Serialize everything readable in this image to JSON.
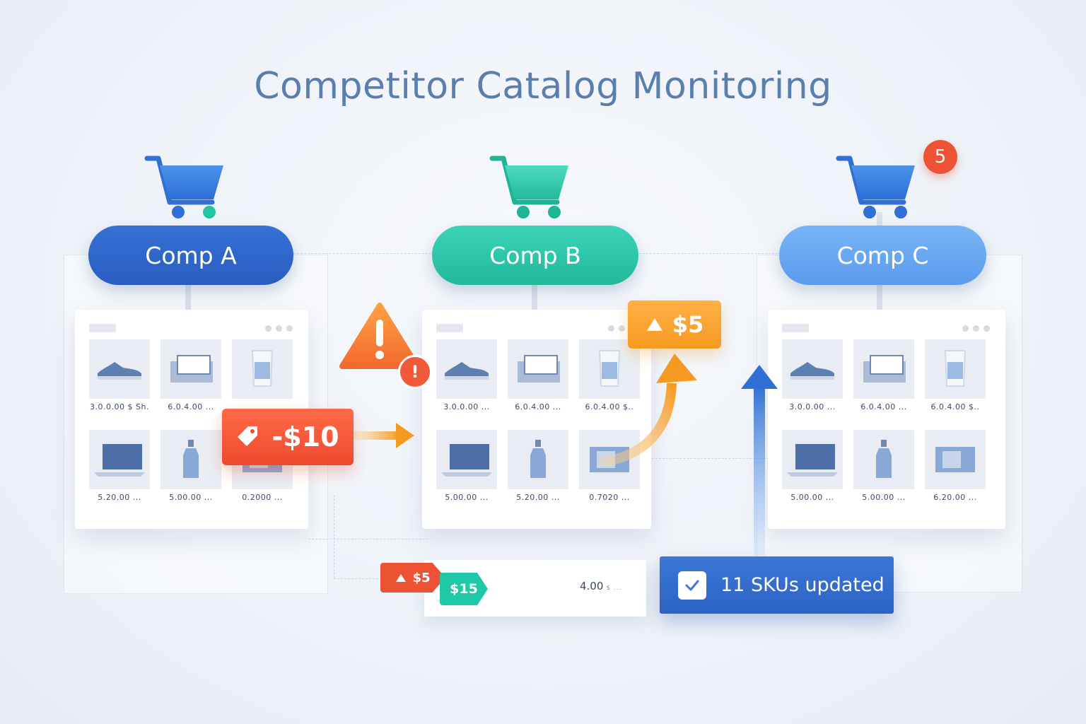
{
  "title": "Competitor Catalog Monitoring",
  "competitors": [
    {
      "name": "Comp A",
      "color_start": "#3571d6",
      "color_end": "#2a5cc0",
      "prices": [
        "3.0.0.00 $ Sh.",
        "6.0.4.00 ...",
        "",
        "5.20.00 ...",
        "5.00.00 ...",
        "0.2000 ..."
      ]
    },
    {
      "name": "Comp B",
      "color_start": "#3ad4b6",
      "color_end": "#22b99b",
      "prices": [
        "3.0.0.00 ...",
        "6.0.4.00 ...",
        "6.0.4.00 $..",
        "5.00.00 ...",
        "5.20.00 ...",
        "0.7020 ..."
      ]
    },
    {
      "name": "Comp C",
      "color_start": "#78b4f5",
      "color_end": "#5a9bee",
      "prices": [
        "3.0.0.00 ...",
        "6.0.4.00 ...",
        "6.0.4.00 $..",
        "5.00.00 ...",
        "5.00.00 ...",
        "6.20.00 ..."
      ]
    }
  ],
  "badges": {
    "price_drop": "-$10",
    "price_rise": "$5",
    "chip_rise": "$5",
    "chip_new": "$15",
    "notification_count": "5",
    "alert": "!"
  },
  "summary": {
    "value": "4.00",
    "sub": "$ ..."
  },
  "status": {
    "label": "11 SKUs updated"
  },
  "colors": {
    "drop": "#ee4a2d",
    "rise": "#f59a22",
    "new": "#1fc9a8",
    "update": "#2c63c4",
    "title": "#5a7fae"
  }
}
